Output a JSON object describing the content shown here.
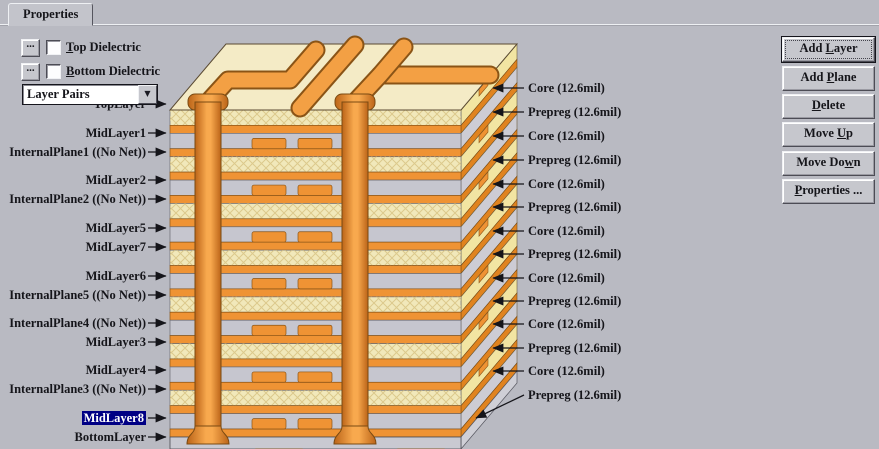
{
  "window": {
    "tab_label": "Properties"
  },
  "controls": {
    "browse_label": "...",
    "top_dielectric": {
      "mnemonic": "T",
      "rest": "op Dielectric",
      "checked": false
    },
    "bottom_dielectric": {
      "mnemonic": "B",
      "rest": "ottom Dielectric",
      "checked": false
    },
    "dropdown": {
      "value": "Layer Pairs",
      "arrow_icon": "▼"
    }
  },
  "left_labels": [
    {
      "text": "TopLayer",
      "selected": false
    },
    {
      "text": "MidLayer1",
      "selected": false
    },
    {
      "text": "InternalPlane1 ((No Net))",
      "selected": false
    },
    {
      "text": "MidLayer2",
      "selected": false
    },
    {
      "text": "InternalPlane2 ((No Net))",
      "selected": false
    },
    {
      "text": "MidLayer5",
      "selected": false
    },
    {
      "text": "MidLayer7",
      "selected": false
    },
    {
      "text": "MidLayer6",
      "selected": false
    },
    {
      "text": "InternalPlane5 ((No Net))",
      "selected": false
    },
    {
      "text": "InternalPlane4 ((No Net))",
      "selected": false
    },
    {
      "text": "MidLayer3",
      "selected": false
    },
    {
      "text": "MidLayer4",
      "selected": false
    },
    {
      "text": "InternalPlane3 ((No Net))",
      "selected": false
    },
    {
      "text": "MidLayer8",
      "selected": true
    },
    {
      "text": "BottomLayer",
      "selected": false
    }
  ],
  "right_labels": [
    {
      "text": "Core (12.6mil)"
    },
    {
      "text": "Prepreg (12.6mil)"
    },
    {
      "text": "Core (12.6mil)"
    },
    {
      "text": "Prepreg (12.6mil)"
    },
    {
      "text": "Core (12.6mil)"
    },
    {
      "text": "Prepreg (12.6mil)"
    },
    {
      "text": "Core (12.6mil)"
    },
    {
      "text": "Prepreg (12.6mil)"
    },
    {
      "text": "Core (12.6mil)"
    },
    {
      "text": "Prepreg (12.6mil)"
    },
    {
      "text": "Core (12.6mil)"
    },
    {
      "text": "Prepreg (12.6mil)"
    },
    {
      "text": "Core (12.6mil)"
    },
    {
      "text": "Prepreg (12.6mil)"
    }
  ],
  "buttons": [
    {
      "pre": "Add ",
      "mnemonic": "L",
      "post": "ayer",
      "default": true
    },
    {
      "pre": "Add ",
      "mnemonic": "P",
      "post": "lane",
      "default": false
    },
    {
      "pre": "",
      "mnemonic": "D",
      "post": "elete",
      "default": false
    },
    {
      "pre": "Move ",
      "mnemonic": "U",
      "post": "p",
      "default": false
    },
    {
      "pre": "Move Do",
      "mnemonic": "w",
      "post": "n",
      "default": false
    },
    {
      "pre": "",
      "mnemonic": "P",
      "post": "roperties ...",
      "default": false
    }
  ],
  "colors": {
    "selection": "#000084",
    "copper": "#ef9334",
    "core_dielectric": "#f1e8ba",
    "prepreg_face": "#c6c6cf",
    "background": "#b9bac2"
  }
}
